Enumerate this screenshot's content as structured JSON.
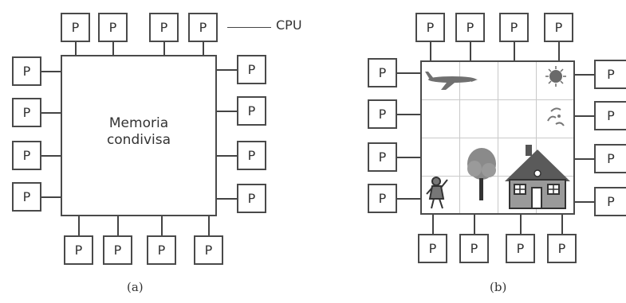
{
  "processor_label": "P",
  "left_panel": {
    "memory_text_line1": "Memoria",
    "memory_text_line2": "condivisa",
    "cpu_label": "CPU",
    "caption": "(a)"
  },
  "right_panel": {
    "caption": "(b)",
    "images": [
      "airplane-icon",
      "sun-icon",
      "bird-icon",
      "tree-icon",
      "house-icon",
      "child-icon"
    ]
  },
  "colors": {
    "outline": "#4a4a4a",
    "grid_line": "#c9c9c9",
    "image_gray": "#7a7a7a"
  }
}
